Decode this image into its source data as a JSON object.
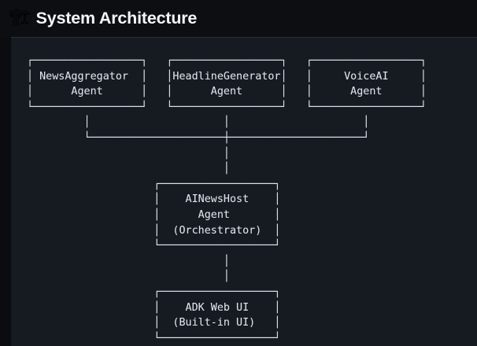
{
  "header": {
    "icon": "construction-crane-icon",
    "emoji": "🏗",
    "title": "System Architecture"
  },
  "diagram": {
    "type": "ascii-box-architecture",
    "nodes": [
      {
        "id": "news-aggregator-agent",
        "lines": [
          "NewsAggregator",
          "Agent"
        ],
        "row": 1,
        "column": 1
      },
      {
        "id": "headline-generator-agent",
        "lines": [
          "HeadlineGenerator",
          "Agent"
        ],
        "row": 1,
        "column": 2
      },
      {
        "id": "voiceai-agent",
        "lines": [
          "VoiceAI",
          "Agent"
        ],
        "row": 1,
        "column": 3
      },
      {
        "id": "ainewshost-agent",
        "lines": [
          "AINewsHost",
          "Agent",
          "(Orchestrator)"
        ],
        "row": 2,
        "column": 2
      },
      {
        "id": "adk-web-ui",
        "lines": [
          "ADK Web UI",
          "(Built-in UI)"
        ],
        "row": 3,
        "column": 2
      }
    ],
    "edges": [
      {
        "from": "news-aggregator-agent",
        "to": "ainewshost-agent"
      },
      {
        "from": "headline-generator-agent",
        "to": "ainewshost-agent"
      },
      {
        "from": "voiceai-agent",
        "to": "ainewshost-agent"
      },
      {
        "from": "ainewshost-agent",
        "to": "adk-web-ui"
      }
    ],
    "art": "┌─────────────────┐   ┌─────────────────┐   ┌─────────────────┐\n│ NewsAggregator  │   │HeadlineGenerator│   │     VoiceAI     │\n│      Agent      │   │      Agent      │   │      Agent      │\n└─────────────────┘   └─────────────────┘   └─────────────────┘\n         │                     │                     │\n         └─────────────────────┼─────────────────────┘\n                               │\n                               │\n                    ┌──────────────────┐\n                    │    AINewsHost    │\n                    │      Agent       │\n                    │  (Orchestrator)  │\n                    └──────────────────┘\n                               │\n                               │\n                    ┌──────────────────┐\n                    │    ADK Web UI    │\n                    │  (Built-in UI)   │\n                    └──────────────────┘"
  },
  "colors": {
    "page_background": "#0b0c0f",
    "header_background": "#0d0e12",
    "panel_background": "#161a21",
    "divider": "#2a2f3a",
    "title_text": "#f4f6f8",
    "diagram_stroke": "#dfe4ec"
  }
}
